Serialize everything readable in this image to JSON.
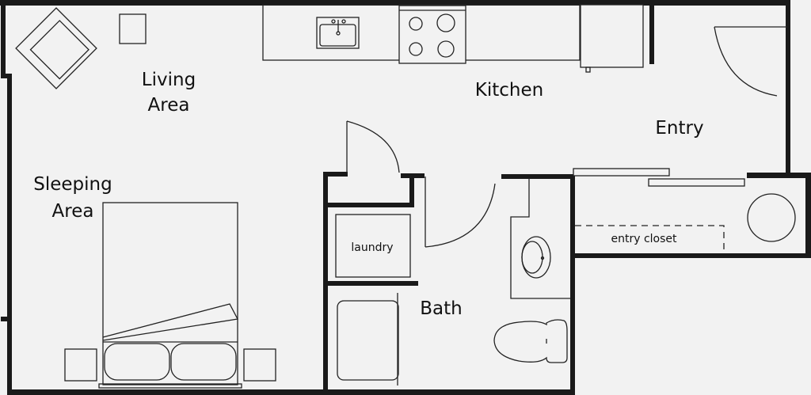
{
  "rooms": {
    "living": [
      "Living",
      "Area"
    ],
    "sleeping": [
      "Sleeping",
      "Area"
    ],
    "kitchen": "Kitchen",
    "entry": "Entry",
    "laundry": "laundry",
    "bath": "Bath",
    "entry_closet": "entry closet"
  }
}
